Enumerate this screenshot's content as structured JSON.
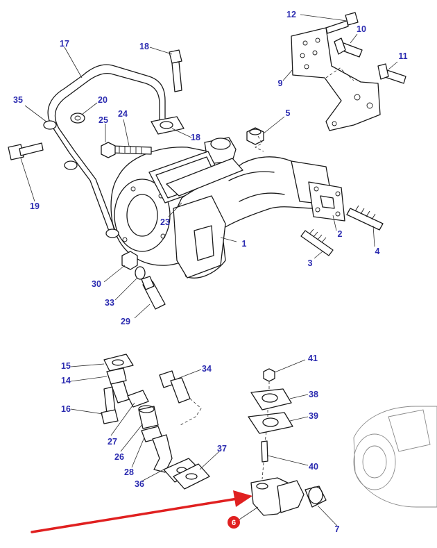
{
  "highlight_color": "#e02020",
  "callout_color": "#2b2bb0",
  "parts": [
    {
      "id": "p1",
      "label": "1"
    },
    {
      "id": "p2",
      "label": "2"
    },
    {
      "id": "p3",
      "label": "3"
    },
    {
      "id": "p4",
      "label": "4"
    },
    {
      "id": "p5",
      "label": "5"
    },
    {
      "id": "p6",
      "label": "6",
      "highlighted": true
    },
    {
      "id": "p7",
      "label": "7"
    },
    {
      "id": "p9",
      "label": "9"
    },
    {
      "id": "p10",
      "label": "10"
    },
    {
      "id": "p11",
      "label": "11"
    },
    {
      "id": "p12",
      "label": "12"
    },
    {
      "id": "p14",
      "label": "14"
    },
    {
      "id": "p15",
      "label": "15"
    },
    {
      "id": "p16",
      "label": "16"
    },
    {
      "id": "p17",
      "label": "17"
    },
    {
      "id": "p18a",
      "label": "18"
    },
    {
      "id": "p18b",
      "label": "18"
    },
    {
      "id": "p19",
      "label": "19"
    },
    {
      "id": "p20",
      "label": "20"
    },
    {
      "id": "p23",
      "label": "23"
    },
    {
      "id": "p24",
      "label": "24"
    },
    {
      "id": "p25",
      "label": "25"
    },
    {
      "id": "p26",
      "label": "26"
    },
    {
      "id": "p27",
      "label": "27"
    },
    {
      "id": "p28",
      "label": "28"
    },
    {
      "id": "p29",
      "label": "29"
    },
    {
      "id": "p30",
      "label": "30"
    },
    {
      "id": "p33",
      "label": "33"
    },
    {
      "id": "p34",
      "label": "34"
    },
    {
      "id": "p35",
      "label": "35"
    },
    {
      "id": "p36",
      "label": "36"
    },
    {
      "id": "p37",
      "label": "37"
    },
    {
      "id": "p38",
      "label": "38"
    },
    {
      "id": "p39",
      "label": "39"
    },
    {
      "id": "p40",
      "label": "40"
    },
    {
      "id": "p41",
      "label": "41"
    }
  ]
}
